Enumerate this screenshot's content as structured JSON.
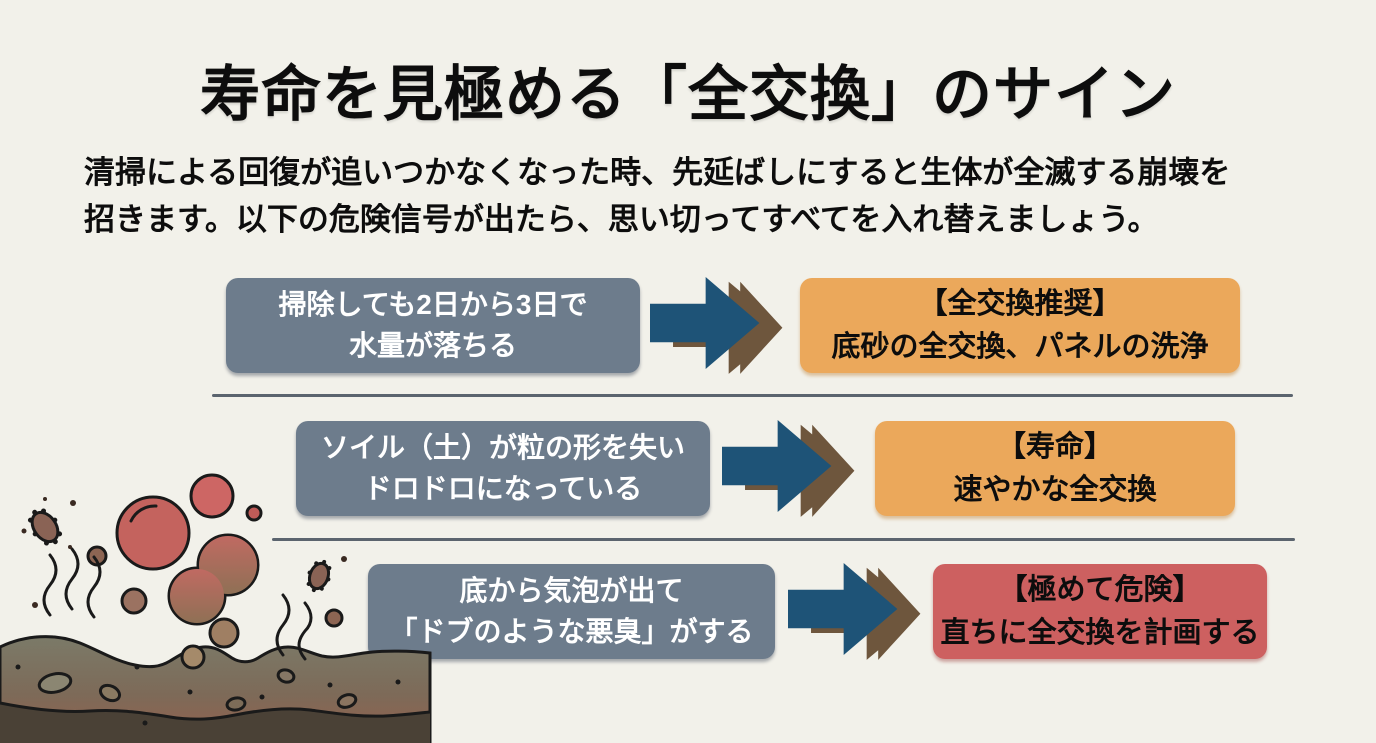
{
  "header": {
    "title": "寿命を見極める「全交換」のサイン",
    "subtitle_line1": "清掃による回復が追いつかなくなった時、先延ばしにすると生体が全滅する崩壊を",
    "subtitle_line2": "招きます。以下の危険信号が出たら、思い切ってすべてを入れ替えましょう。"
  },
  "rows": [
    {
      "sign_line1": "掃除しても2日から3日で",
      "sign_line2": "水量が落ちる",
      "action_line1": "【全交換推奨】",
      "action_line2": "底砂の全交換、パネルの洗浄",
      "severity": "recommended"
    },
    {
      "sign_line1": "ソイル（土）が粒の形を失い",
      "sign_line2": "ドロドロになっている",
      "action_line1": "【寿命】",
      "action_line2": "速やかな全交換",
      "severity": "lifespan"
    },
    {
      "sign_line1": "底から気泡が出て",
      "sign_line2": "「ドブのような悪臭」がする",
      "action_line1": "【極めて危険】",
      "action_line2": "直ちに全交換を計画する",
      "severity": "danger"
    }
  ],
  "icons": {
    "arrow": "double-arrow-right-icon",
    "illustration": "dirty-substrate-bubbles-illustration"
  },
  "colors": {
    "background": "#f2f1ea",
    "sign_box": "#6d7c8c",
    "sign_text": "#ffffff",
    "action_recommended": "#eba85b",
    "action_danger": "#cd6060",
    "arrow_blue": "#1e5377",
    "arrow_brown": "#6e563d",
    "divider": "#5b646e",
    "title_text": "#0d0d0d"
  }
}
